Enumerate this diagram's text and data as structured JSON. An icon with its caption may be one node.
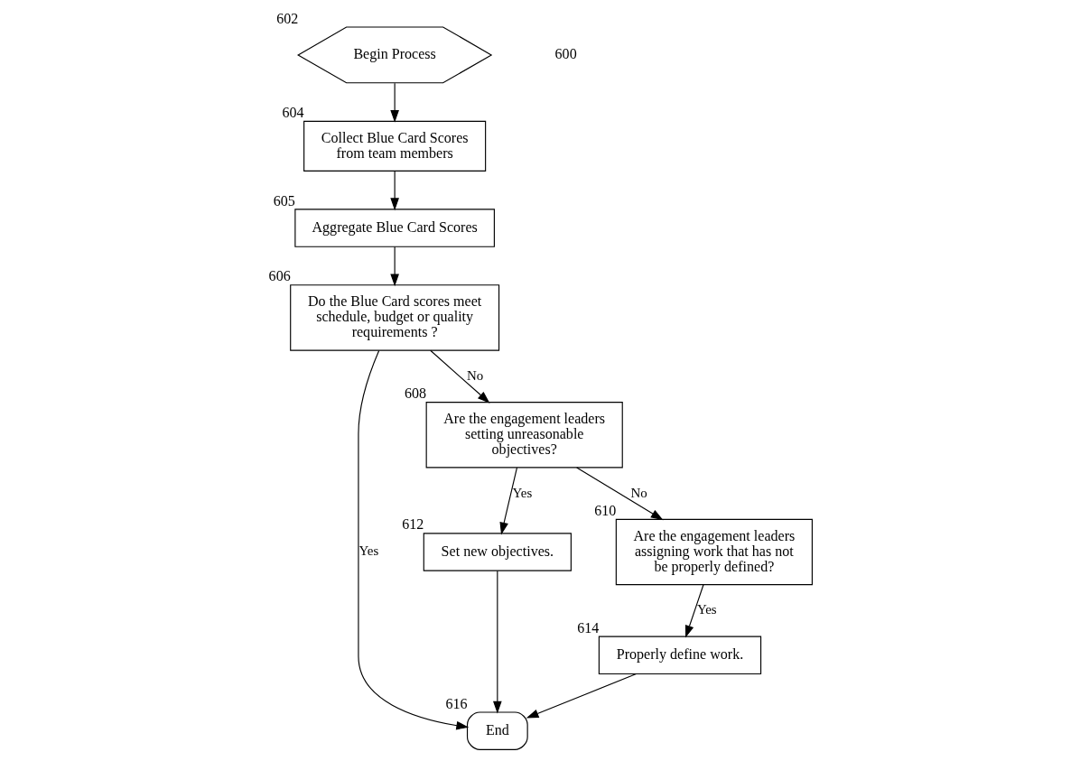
{
  "diagram": {
    "nodes": [
      {
        "text": [
          "Begin Process"
        ],
        "beside": [
          "602"
        ]
      },
      {
        "text": [
          "Collect Blue Card Scores from team members"
        ],
        "beside": [
          "604"
        ]
      },
      {
        "text": [
          "End"
        ],
        "beside": [
          "616"
        ]
      },
      {
        "text": [
          "Aggregate Blue Card Scores"
        ],
        "beside": [
          "605"
        ]
      },
      {
        "text": [
          "Do the Blue Card scores meet schedule, budget or quality requirements ?"
        ],
        "beside": [
          "606"
        ]
      },
      {
        "text": [
          "Properly define work."
        ],
        "beside": [
          "614"
        ]
      },
      {
        "text": [
          "Set new objectives."
        ],
        "beside": [
          "612"
        ]
      },
      {
        "text": [
          "Are the engagement leaders setting unreasonable objectives?"
        ],
        "beside": [
          "608"
        ]
      },
      {
        "text": [
          "Are the engagement leaders assigning work that has not be properly defined?"
        ],
        "beside": [
          "610"
        ]
      }
    ],
    "edges": [
      {
        "from": 0,
        "to": 1,
        "arrow": "to"
      },
      {
        "from": 1,
        "to": 3,
        "arrow": "to"
      },
      {
        "from": 3,
        "to": 4,
        "arrow": "to"
      },
      {
        "from": 4,
        "to": 2,
        "arrow": "to",
        "label": "Yes"
      },
      {
        "from": 4,
        "to": 7,
        "arrow": "to",
        "label": "No"
      },
      {
        "from": 7,
        "to": 6,
        "arrow": "to",
        "label": "Yes"
      },
      {
        "from": 7,
        "to": 8,
        "arrow": "to",
        "label": "No"
      },
      {
        "from": 8,
        "to": 5,
        "arrow": "to",
        "label": "Yes"
      },
      {
        "from": 6,
        "to": 2,
        "arrow": "to"
      },
      {
        "from": 5,
        "to": 2,
        "arrow": "to"
      }
    ],
    "labels": [
      "600"
    ]
  }
}
